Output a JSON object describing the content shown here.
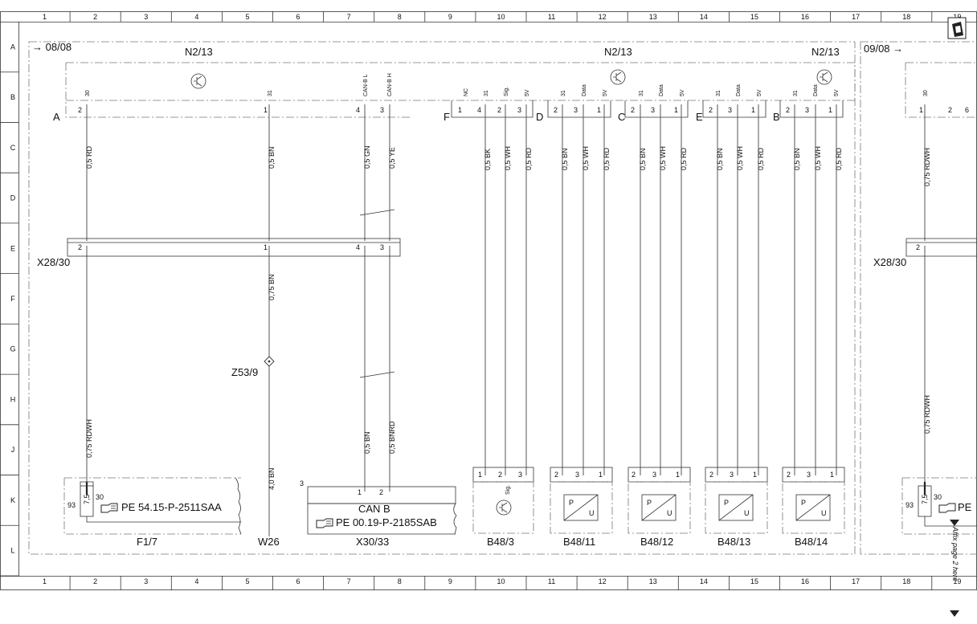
{
  "grid": {
    "columns": [
      "1",
      "2",
      "3",
      "4",
      "5",
      "6",
      "7",
      "8",
      "9",
      "10",
      "11",
      "12",
      "13",
      "14",
      "15",
      "16",
      "17",
      "18",
      "19"
    ],
    "rows": [
      "A",
      "B",
      "C",
      "D",
      "E",
      "F",
      "G",
      "H",
      "J",
      "K",
      "L"
    ]
  },
  "page_refs": {
    "left": "08/08",
    "right": "09/08"
  },
  "modules": {
    "n2_13": "N2/13"
  },
  "connector_letters": {
    "a": "A",
    "f": "F",
    "d": "D",
    "c": "C",
    "e": "E",
    "b": "B"
  },
  "wires": {
    "w1": "0,5 RD",
    "w2": "0,5 BN",
    "w3": "0,5 GN",
    "w4": "0,5 YE",
    "g_f_1": "0,5 BK",
    "g_f_2": "0,5 WH",
    "g_f_3": "0,5 RD",
    "g_d_1": "0,5 BN",
    "g_d_2": "0,5 WH",
    "g_d_3": "0,5 RD",
    "g_c_1": "0,5 BN",
    "g_c_2": "0,5 WH",
    "g_c_3": "0,5 RD",
    "g_e_1": "0,5 BN",
    "g_e_2": "0,5 WH",
    "g_e_3": "0,5 RD",
    "g_b_1": "0,5 BN",
    "g_b_2": "0,5 WH",
    "g_b_3": "0,5 RD",
    "lower_1": "0,75 RDWH",
    "lower_2": "0,75 BN",
    "lower_3": "4,0 BN",
    "lower_4": "0,5 BN",
    "lower_5": "0,5 BNRD",
    "right_upper": "0,75 RDWH",
    "right_lower": "0,75 RDWH"
  },
  "pin_labels": {
    "p30": "30",
    "p31": "31",
    "canl": "CAN-B L",
    "canh": "CAN-B H",
    "nc": "NC",
    "sig": "Sig.",
    "v5": "5V",
    "data": "Data"
  },
  "pin_numbers": {
    "n1": "1",
    "n2": "2",
    "n3": "3",
    "n4": "4",
    "n6": "6"
  },
  "components": {
    "x28_30": "X28/30",
    "z53_9": "Z53/9",
    "f1_7": "F1/7",
    "w26": "W26",
    "x30_33": "X30/33",
    "b48_3": "B48/3",
    "b48_11": "B48/11",
    "b48_12": "B48/12",
    "b48_13": "B48/13",
    "b48_14": "B48/14"
  },
  "fuse": {
    "number": "93",
    "rating": "7,5",
    "terminal": "30"
  },
  "refs": {
    "fuse": "PE 54.15-P-2511SAA",
    "can": "PE 00.19-P-2185SAB",
    "right_partial": "PE"
  },
  "can_block": {
    "label": "CAN B",
    "index": "3"
  },
  "sensor_pu": {
    "p": "P",
    "u": "U"
  },
  "affix_note": "Affix page 2 here",
  "colors": {
    "line": "#333333",
    "frame": "#777777",
    "paper": "#ffffff"
  },
  "icons": [
    "transistor-symbol",
    "pressure-sensor-symbol",
    "manual-reference-icon",
    "page-corner-icon"
  ]
}
